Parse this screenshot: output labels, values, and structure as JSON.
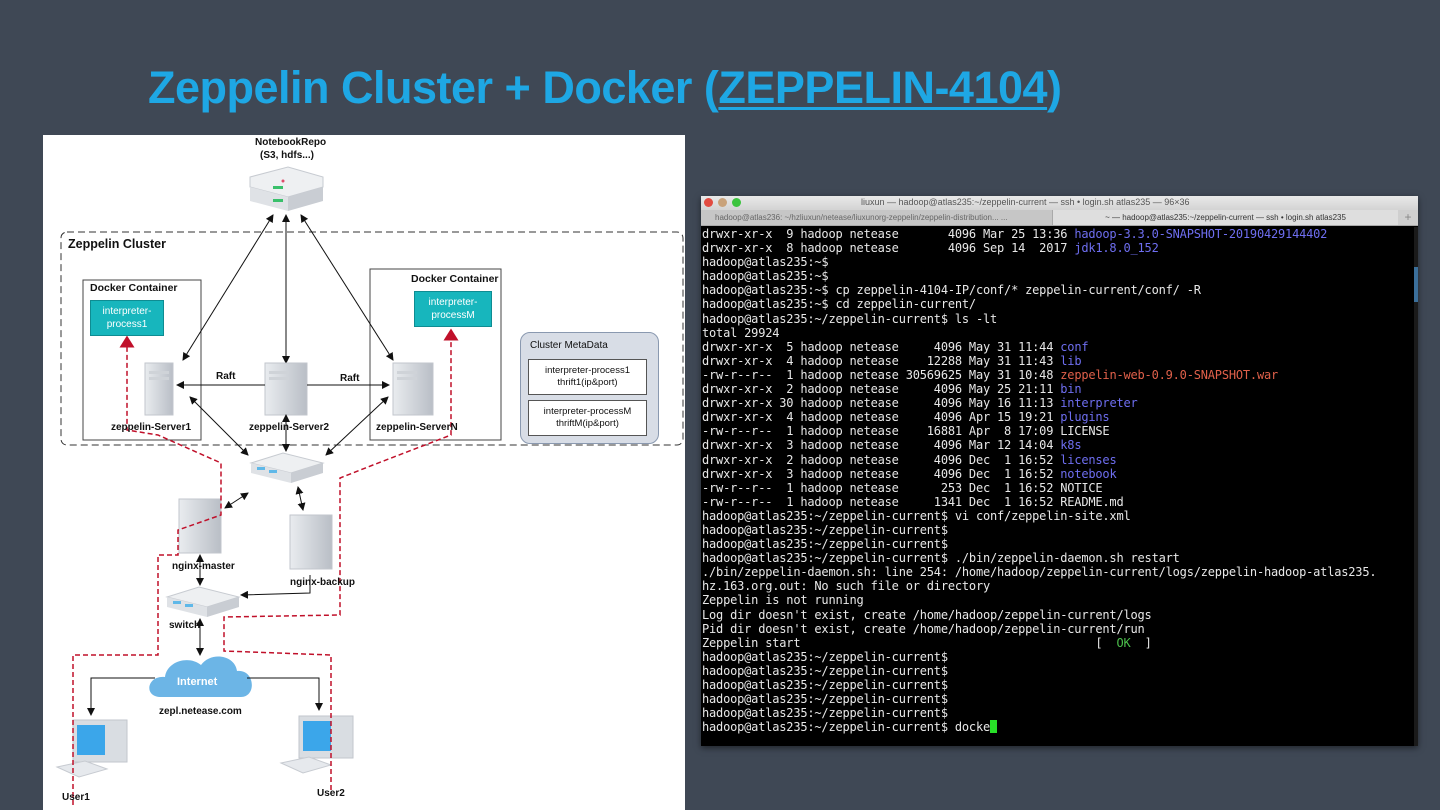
{
  "slide": {
    "title_prefix": "Zeppelin Cluster + Docker (",
    "title_link": "ZEPPELIN-4104",
    "title_suffix": ")",
    "colors": {
      "background": "#3f4855",
      "title": "#1ea7e4",
      "interpreter_box": "#17b6bd",
      "user_path": "#c0102a"
    }
  },
  "diagram": {
    "notebook_repo": {
      "name": "NotebookRepo",
      "detail": "(S3, hdfs...)"
    },
    "cluster_label": "Zeppelin Cluster",
    "containers": [
      {
        "label": "Docker Container",
        "process": "interpreter-process1"
      },
      {
        "label": "Docker Container",
        "process": "interpreter-processM"
      }
    ],
    "servers": [
      "zeppelin-Server1",
      "zeppelin-Server2",
      "zeppelin-ServerN"
    ],
    "raft_labels": [
      "Raft",
      "Raft"
    ],
    "metadata": {
      "title": "Cluster MetaData",
      "entries": [
        {
          "line1": "interpreter-process1",
          "line2": "thrift1(ip&port)"
        },
        {
          "line1": "interpreter-processM",
          "line2": "thriftM(ip&port)"
        }
      ]
    },
    "nginx_master": "nginx-master",
    "nginx_backup": "nginx-backup",
    "switch": "switch",
    "internet": "Internet",
    "domain": "zepl.netease.com",
    "users": [
      "User1",
      "User2"
    ]
  },
  "terminal": {
    "window_title": "liuxun — hadoop@atlas235:~/zeppelin-current — ssh • login.sh atlas235 — 96×36",
    "tabs": [
      {
        "label": "hadoop@atlas236: ~/hzliuxun/netease/liuxunorg-zeppelin/zeppelin-distribution... ...",
        "active": false
      },
      {
        "label": "~ — hadoop@atlas235:~/zeppelin-current — ssh • login.sh atlas235",
        "active": true
      }
    ],
    "new_tab": "+",
    "lines": [
      {
        "text": "drwxr-xr-x  9 hadoop netease       4096 Mar 25 13:36 ",
        "name": "hadoop-3.3.0-SNAPSHOT-20190429144402",
        "kind": "dir"
      },
      {
        "text": "drwxr-xr-x  8 hadoop netease       4096 Sep 14  2017 ",
        "name": "jdk1.8.0_152",
        "kind": "dir"
      },
      {
        "text": "hadoop@atlas235:~$"
      },
      {
        "text": "hadoop@atlas235:~$"
      },
      {
        "text": "hadoop@atlas235:~$ cp zeppelin-4104-IP/conf/* zeppelin-current/conf/ -R"
      },
      {
        "text": "hadoop@atlas235:~$ cd zeppelin-current/"
      },
      {
        "text": "hadoop@atlas235:~/zeppelin-current$ ls -lt"
      },
      {
        "text": "total 29924"
      },
      {
        "text": "drwxr-xr-x  5 hadoop netease     4096 May 31 11:44 ",
        "name": "conf",
        "kind": "dir"
      },
      {
        "text": "drwxr-xr-x  4 hadoop netease    12288 May 31 11:43 ",
        "name": "lib",
        "kind": "dir"
      },
      {
        "text": "-rw-r--r--  1 hadoop netease 30569625 May 31 10:48 ",
        "name": "zeppelin-web-0.9.0-SNAPSHOT.war",
        "kind": "war"
      },
      {
        "text": "drwxr-xr-x  2 hadoop netease     4096 May 25 21:11 ",
        "name": "bin",
        "kind": "dir"
      },
      {
        "text": "drwxr-xr-x 30 hadoop netease     4096 May 16 11:13 ",
        "name": "interpreter",
        "kind": "dir"
      },
      {
        "text": "drwxr-xr-x  4 hadoop netease     4096 Apr 15 19:21 ",
        "name": "plugins",
        "kind": "dir"
      },
      {
        "text": "-rw-r--r--  1 hadoop netease    16881 Apr  8 17:09 LICENSE"
      },
      {
        "text": "drwxr-xr-x  3 hadoop netease     4096 Mar 12 14:04 ",
        "name": "k8s",
        "kind": "dir"
      },
      {
        "text": "drwxr-xr-x  2 hadoop netease     4096 Dec  1 16:52 ",
        "name": "licenses",
        "kind": "dir"
      },
      {
        "text": "drwxr-xr-x  3 hadoop netease     4096 Dec  1 16:52 ",
        "name": "notebook",
        "kind": "dir"
      },
      {
        "text": "-rw-r--r--  1 hadoop netease      253 Dec  1 16:52 NOTICE"
      },
      {
        "text": "-rw-r--r--  1 hadoop netease     1341 Dec  1 16:52 README.md"
      },
      {
        "text": "hadoop@atlas235:~/zeppelin-current$ vi conf/zeppelin-site.xml"
      },
      {
        "text": "hadoop@atlas235:~/zeppelin-current$"
      },
      {
        "text": "hadoop@atlas235:~/zeppelin-current$"
      },
      {
        "text": "hadoop@atlas235:~/zeppelin-current$ ./bin/zeppelin-daemon.sh restart"
      },
      {
        "text": "./bin/zeppelin-daemon.sh: line 254: /home/hadoop/zeppelin-current/logs/zeppelin-hadoop-atlas235."
      },
      {
        "text": "hz.163.org.out: No such file or directory"
      },
      {
        "text": "Zeppelin is not running"
      },
      {
        "text": "Log dir doesn't exist, create /home/hadoop/zeppelin-current/logs"
      },
      {
        "text": "Pid dir doesn't exist, create /home/hadoop/zeppelin-current/run"
      },
      {
        "text": "Zeppelin start                                          [  ",
        "name": "OK",
        "kind": "ok",
        "after": "  ]"
      },
      {
        "text": "hadoop@atlas235:~/zeppelin-current$"
      },
      {
        "text": "hadoop@atlas235:~/zeppelin-current$"
      },
      {
        "text": "hadoop@atlas235:~/zeppelin-current$"
      },
      {
        "text": "hadoop@atlas235:~/zeppelin-current$"
      },
      {
        "text": "hadoop@atlas235:~/zeppelin-current$"
      },
      {
        "text": "hadoop@atlas235:~/zeppelin-current$ docke",
        "cursor": true
      }
    ]
  }
}
